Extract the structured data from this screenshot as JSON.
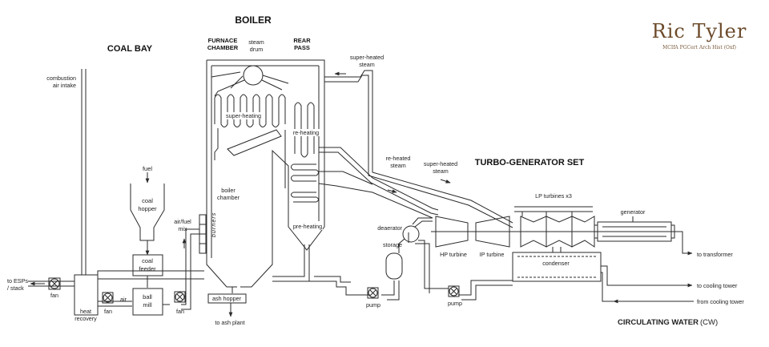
{
  "logo": {
    "name": "Ric Tyler",
    "credentials": "MCIfA PGCert Arch Hist (Oxf)"
  },
  "sections": {
    "boiler": "BOILER",
    "coal_bay": "COAL BAY",
    "turbo": "TURBO-GENERATOR SET",
    "cw_bold": "CIRCULATING WATER",
    "cw_abbr": "(CW)"
  },
  "boiler": {
    "furnace_chamber": [
      "FURNACE",
      "CHAMBER"
    ],
    "rear_pass": [
      "REAR",
      "PASS"
    ],
    "steam_drum": [
      "steam",
      "drum"
    ],
    "super_heating": "super-heating",
    "re_heating": "re-heating",
    "pre_heating": "pre-heating",
    "boiler_chamber": [
      "boiler",
      "chamber"
    ],
    "burners": "burners",
    "ash_hopper": "ash hopper",
    "to_ash_plant": "to ash plant"
  },
  "coal": {
    "combustion_air_intake": [
      "combustion",
      "air intake"
    ],
    "fuel": "fuel",
    "coal_hopper": [
      "coal",
      "hopper"
    ],
    "coal_feeder": [
      "coal",
      "feeder"
    ],
    "ball_mill": [
      "ball",
      "mill"
    ],
    "air_fuel_mix": [
      "air/fuel",
      "mix"
    ],
    "air": "air",
    "fan": "fan",
    "heat_recovery": [
      "heat",
      "recovery"
    ],
    "to_esps": [
      "to ESPs",
      "/ stack"
    ]
  },
  "turbine": {
    "super_heated_steam_top": [
      "super-heated",
      "steam"
    ],
    "re_heated_steam": [
      "re-heated",
      "steam"
    ],
    "super_heated_steam": [
      "super-heated",
      "steam"
    ],
    "lp_turbines": "LP turbines x3",
    "generator": "generator",
    "hp_turbine": "HP turbine",
    "ip_turbine": "IP turbine",
    "condenser": "condenser",
    "deaerator": "deaerator",
    "storage": "storage",
    "pump": "pump",
    "to_transformer": "to transformer",
    "to_cooling_tower": "to cooling tower",
    "from_cooling_tower": "from cooling tower"
  },
  "colors": {
    "line": "#2a2a2a",
    "logo": "#6b4a2a"
  }
}
